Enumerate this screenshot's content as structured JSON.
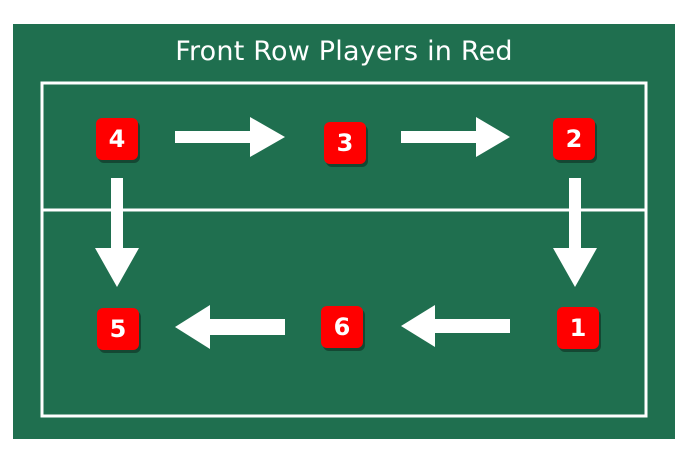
{
  "diagram": {
    "title": "Front Row Players in Red",
    "colors": {
      "court": "#1f6f4f",
      "lines": "#ffffff",
      "player_fill": "#ff0000",
      "player_text": "#ffffff",
      "arrows": "#ffffff"
    },
    "players": [
      {
        "number": "1",
        "row": "back"
      },
      {
        "number": "2",
        "row": "front"
      },
      {
        "number": "3",
        "row": "front"
      },
      {
        "number": "4",
        "row": "front"
      },
      {
        "number": "5",
        "row": "back"
      },
      {
        "number": "6",
        "row": "back"
      }
    ],
    "rotation_arrows": [
      {
        "from": "4",
        "to": "3",
        "direction": "right"
      },
      {
        "from": "3",
        "to": "2",
        "direction": "right"
      },
      {
        "from": "2",
        "to": "1",
        "direction": "down"
      },
      {
        "from": "1",
        "to": "6",
        "direction": "left"
      },
      {
        "from": "6",
        "to": "5",
        "direction": "left"
      },
      {
        "from": "4",
        "to": "5",
        "direction": "down"
      }
    ]
  }
}
